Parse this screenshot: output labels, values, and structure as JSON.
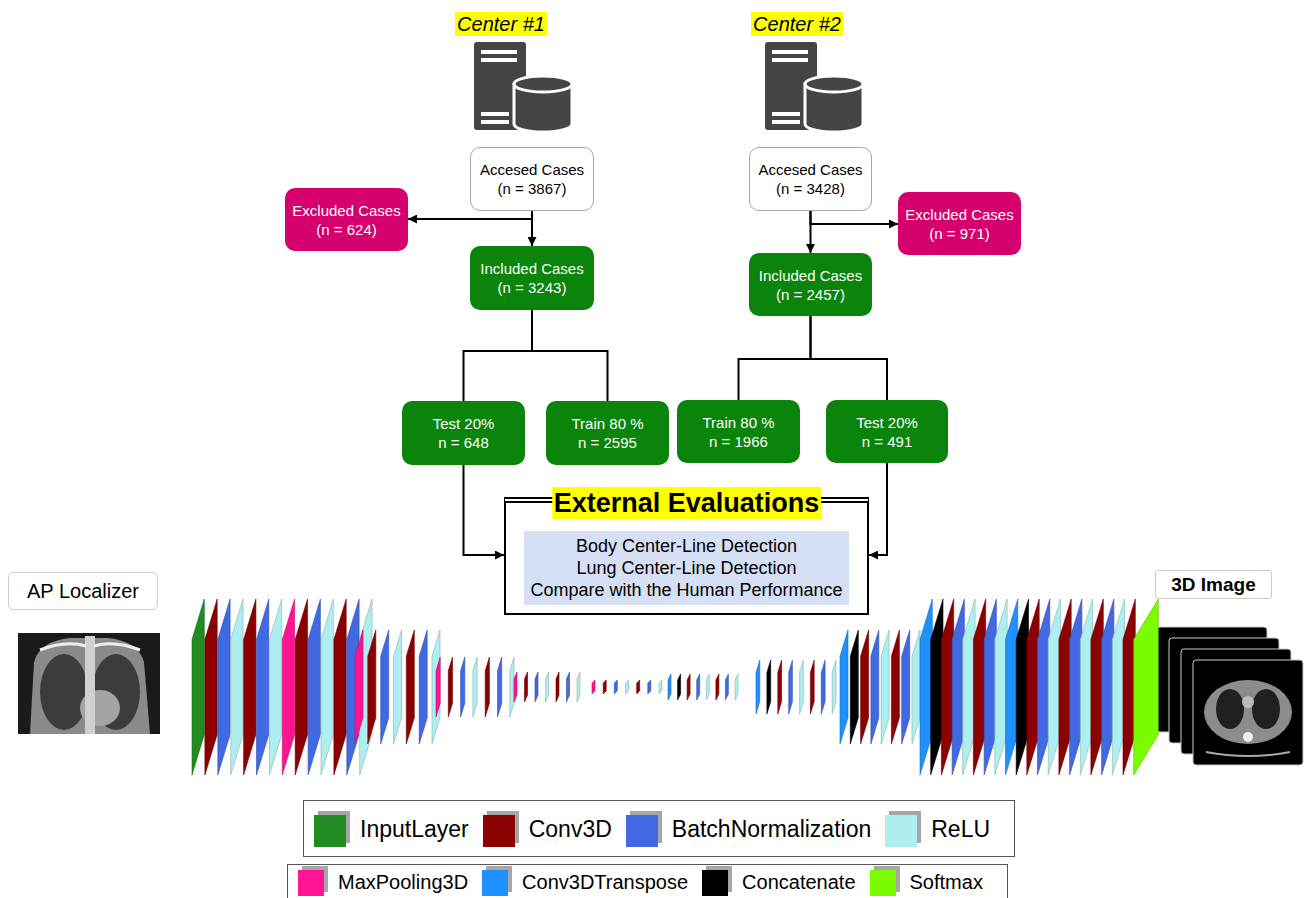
{
  "diagram": {
    "nodes": [
      {
        "text": [
          "Center #1"
        ]
      },
      {
        "text": [
          "Accesed Cases (n = 3867)"
        ]
      },
      {
        "text": [
          "Excluded Cases (n = 624)"
        ]
      },
      {
        "text": [
          "Included Cases (n = 3243)"
        ]
      },
      {
        "text": [
          "Test 20% n = 648"
        ]
      },
      {
        "text": [
          "Train 80 % n = 2595"
        ]
      },
      {
        "text": [
          "Center #2"
        ]
      },
      {
        "text": [
          "Accesed Cases (n = 3428)"
        ]
      },
      {
        "text": [
          "Excluded Cases (n = 971)"
        ]
      },
      {
        "text": [
          "Included Cases (n = 2457)"
        ]
      },
      {
        "text": [
          "Train 80 % n = 1966"
        ]
      },
      {
        "text": [
          "Test 20% n = 491"
        ]
      },
      {
        "text": [
          "External Evaluations"
        ]
      },
      {
        "text": [
          "Body Center-Line Detection",
          "Lung Center-Line Detection",
          "Compare with the Human Performance"
        ],
        "in": 12
      },
      {
        "text": [
          "AP Localizer"
        ]
      },
      {
        "text": [
          "3D Image"
        ]
      }
    ],
    "edges": [
      {
        "from": 1,
        "to": 2,
        "arrow": "to"
      },
      {
        "from": 1,
        "to": 3,
        "arrow": "to"
      },
      {
        "from": 3,
        "to": 4,
        "arrow": "none"
      },
      {
        "from": 3,
        "to": 5,
        "arrow": "none"
      },
      {
        "from": 7,
        "to": 8,
        "arrow": "to"
      },
      {
        "from": 7,
        "to": 9,
        "arrow": "to"
      },
      {
        "from": 9,
        "to": 10,
        "arrow": "none"
      },
      {
        "from": 9,
        "to": 11,
        "arrow": "none"
      },
      {
        "from": 4,
        "to": 12,
        "arrow": "to"
      },
      {
        "from": 11,
        "to": 12,
        "arrow": "to"
      }
    ],
    "legend": [
      {
        "text": "InputLayer",
        "color": "#228b22"
      },
      {
        "text": "Conv3D",
        "color": "#8b0000"
      },
      {
        "text": "BatchNormalization",
        "color": "#4169e1"
      },
      {
        "text": "ReLU",
        "color": "#afeeee"
      },
      {
        "text": "MaxPooling3D",
        "color": "#ff1493"
      },
      {
        "text": "Conv3DTranspose",
        "color": "#1e90ff"
      },
      {
        "text": "Concatenate",
        "color": "#000000"
      },
      {
        "text": "Softmax",
        "color": "#7cfc00"
      }
    ]
  }
}
